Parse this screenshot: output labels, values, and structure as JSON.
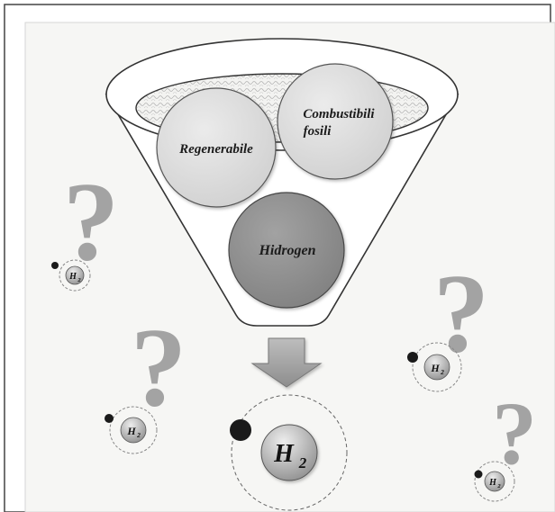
{
  "funnel": {
    "circle_renewable": "Regenerabile",
    "circle_fossil_line1": "Combustibili",
    "circle_fossil_line2": "fosili",
    "circle_hydrogen": "Hidrogen"
  },
  "molecules": {
    "main": {
      "letter": "H",
      "subscript": "2"
    },
    "small_letter": "H",
    "small_subscript": "2"
  },
  "question_mark": "?",
  "colors": {
    "frame_bg": "#f6f6f4",
    "frame_border": "#555555",
    "question": "#a3a3a3",
    "circle_light": "#dcdcdc",
    "circle_dark": "#8f8f8f",
    "arrow": "#a9a9a9",
    "dot": "#1a1a1a"
  }
}
